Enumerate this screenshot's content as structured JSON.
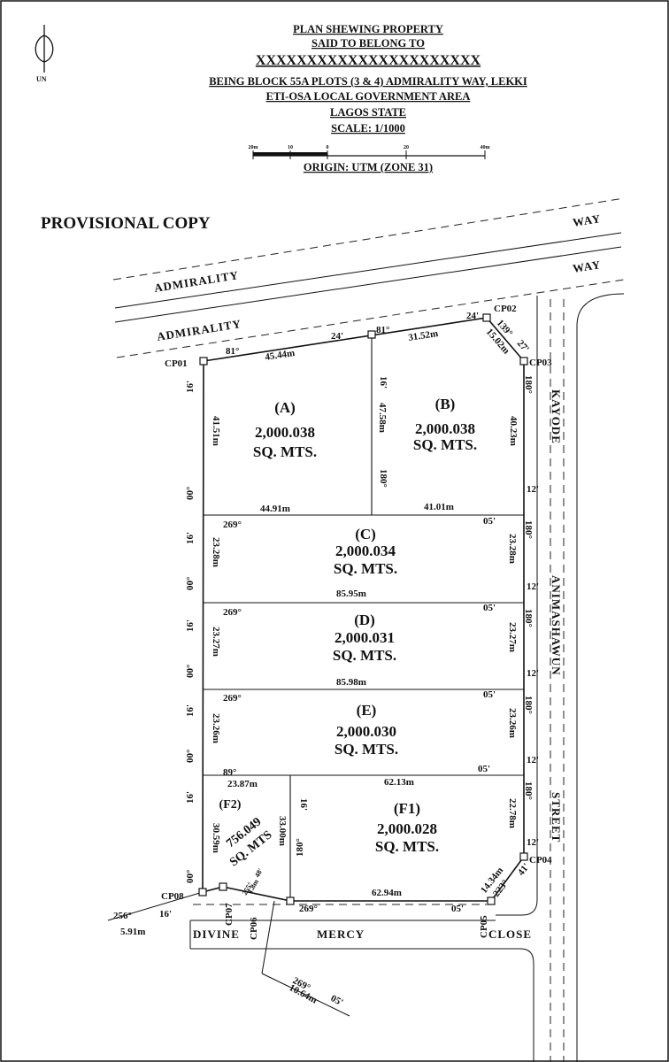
{
  "title": {
    "line1": "PLAN SHEWING PROPERTY",
    "line2": "SAID TO BELONG TO",
    "owner": "XXXXXXXXXXXXXXXXXXXXXX",
    "line4": "BEING BLOCK 55A PLOTS (3 & 4) ADMIRALITY WAY, LEKKI",
    "line5": "ETI-OSA LOCAL GOVERNMENT AREA",
    "line6": "LAGOS STATE",
    "scale": "SCALE: 1/1000",
    "origin": "ORIGIN: UTM (ZONE 31)"
  },
  "scale_bar": {
    "ticks": [
      "20m",
      "10",
      "0",
      "20",
      "40m"
    ]
  },
  "north_label": "UN",
  "provisional": "PROVISIONAL COPY",
  "roads": {
    "way_top": "WAY",
    "way_second": "WAY",
    "admirality_top": "ADMIRALITY",
    "admirality_lower": "ADMIRALITY",
    "kayode": "KAYODE",
    "animashawun": "ANIMASHAWUN",
    "street": "STREET",
    "divine": "DIVINE",
    "mercy": "MERCY",
    "close": "CLOSE"
  },
  "beacons": {
    "cp01": "CP01",
    "cp02": "CP02",
    "cp03": "CP03",
    "cp04": "CP04",
    "cp05": "CP05",
    "cp06": "CP06",
    "cp07": "CP07",
    "cp08": "CP08"
  },
  "plots": {
    "a": {
      "label": "(A)",
      "area": "2,000.038",
      "unit": "SQ. MTS."
    },
    "b": {
      "label": "(B)",
      "area": "2,000.038",
      "unit": "SQ. MTS."
    },
    "c": {
      "label": "(C)",
      "area": "2,000.034",
      "unit": "SQ. MTS."
    },
    "d": {
      "label": "(D)",
      "area": "2,000.031",
      "unit": "SQ. MTS."
    },
    "e": {
      "label": "(E)",
      "area": "2,000.030",
      "unit": "SQ. MTS."
    },
    "f1": {
      "label": "(F1)",
      "area": "2,000.028",
      "unit": "SQ. MTS."
    },
    "f2": {
      "label": "(F2)",
      "area": "756.049",
      "unit": "SQ. MTS"
    }
  },
  "dimensions": {
    "top_left_len": "45.44m",
    "top_right_len": "31.52m",
    "chamfer_len": "15.02m",
    "a_left": "41.51m",
    "ab_mid": "47.58m",
    "b_right": "40.23m",
    "a_bottom": "44.91m",
    "b_bottom": "41.01m",
    "c_left": "23.28m",
    "c_right": "23.28m",
    "c_bottom": "85.95m",
    "d_left": "23.27m",
    "d_right": "23.27m",
    "d_bottom": "85.98m",
    "e_left": "23.26m",
    "e_right": "23.26m",
    "f2_top": "23.87m",
    "f1_top": "62.13m",
    "f2_left": "30.59m",
    "f1_mid": "33.00m",
    "f1_right": "22.78m",
    "bottom_len": "62.94m",
    "se_chamfer_len": "14.34m",
    "cp07_len": "1.8m",
    "cp08_len": "5.91m",
    "cp06_len": "10.64m"
  },
  "bearings": {
    "b81a": "81°",
    "b24a": "24'",
    "b81b": "81°",
    "b24b": "24'",
    "b139": "139°",
    "b27": "27'",
    "b16a": "16'",
    "b16b": "16'",
    "b180a": "180°",
    "b180b": "180°",
    "b00a": "00°",
    "b12a": "12'",
    "b269c": "269°",
    "b05c": "05'",
    "b16c": "16'",
    "b00c": "00°",
    "b180c": "180°",
    "b12c": "12'",
    "b269d": "269°",
    "b05d": "05'",
    "b16d": "16'",
    "b00d": "00°",
    "b180d": "180°",
    "b12d": "12'",
    "b269e": "269°",
    "b05e": "05'",
    "b16e": "16'",
    "b00e": "00°",
    "b180e": "180°",
    "b12e": "12'",
    "b89": "89°",
    "b05f": "05'",
    "b16f": "16'",
    "b16g": "16'",
    "b180f": "180°",
    "b12f": "12'",
    "b00f": "00°",
    "b180g": "180°",
    "b269f": "269°",
    "b05g": "05'",
    "b223": "223°",
    "b41": "41'",
    "b256": "256°",
    "b16h": "16'",
    "b269g": "269°",
    "b05h": "05'",
    "b255": "255°",
    "b48": "48'"
  }
}
